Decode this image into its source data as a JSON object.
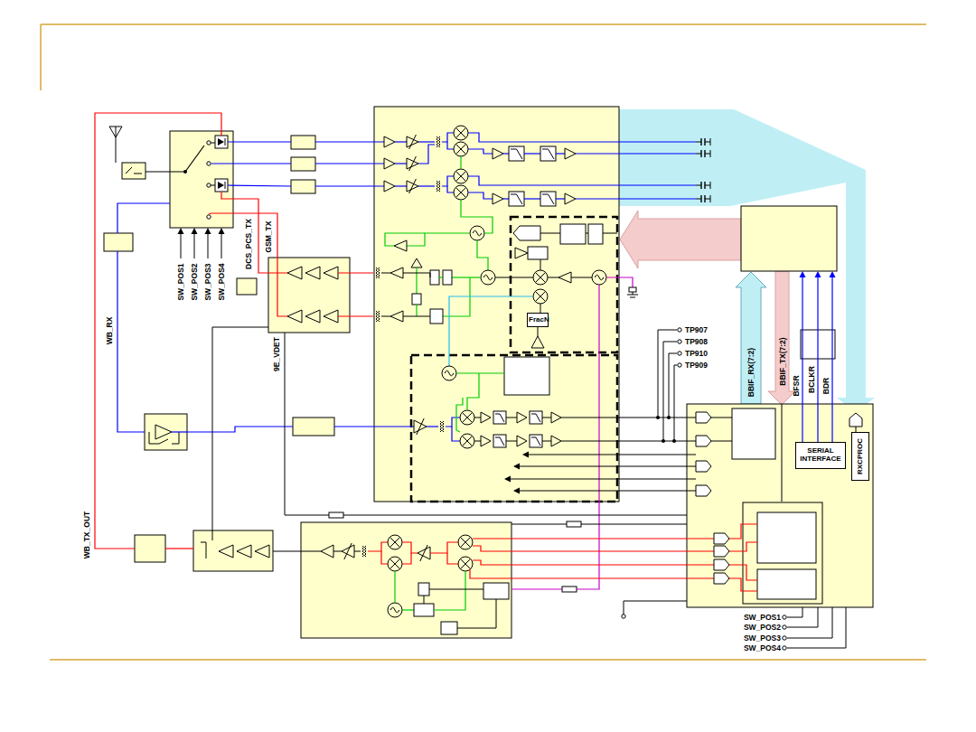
{
  "diagram": {
    "nodes": [
      {
        "text": [
          "FracN"
        ]
      },
      {
        "text": [
          "SERIAL INTERFACE"
        ]
      },
      {
        "text": [
          "RXCPROC"
        ]
      }
    ],
    "labels": [
      "SW_POS1",
      "SW_POS2",
      "SW_POS3",
      "SW_POS4",
      "DCS_PCS_TX",
      "GSM_TX",
      "WB_RX",
      "9E_VDET",
      "WB_TX_OUT",
      "TP907",
      "TP908",
      "TP910",
      "TP909",
      "BBIF_RX(7:2)",
      "BBIF_TX(7:2)",
      "BFSR",
      "BCLKR",
      "BDR",
      "SW_POS1",
      "SW_POS2",
      "SW_POS3",
      "SW_POS4"
    ]
  }
}
